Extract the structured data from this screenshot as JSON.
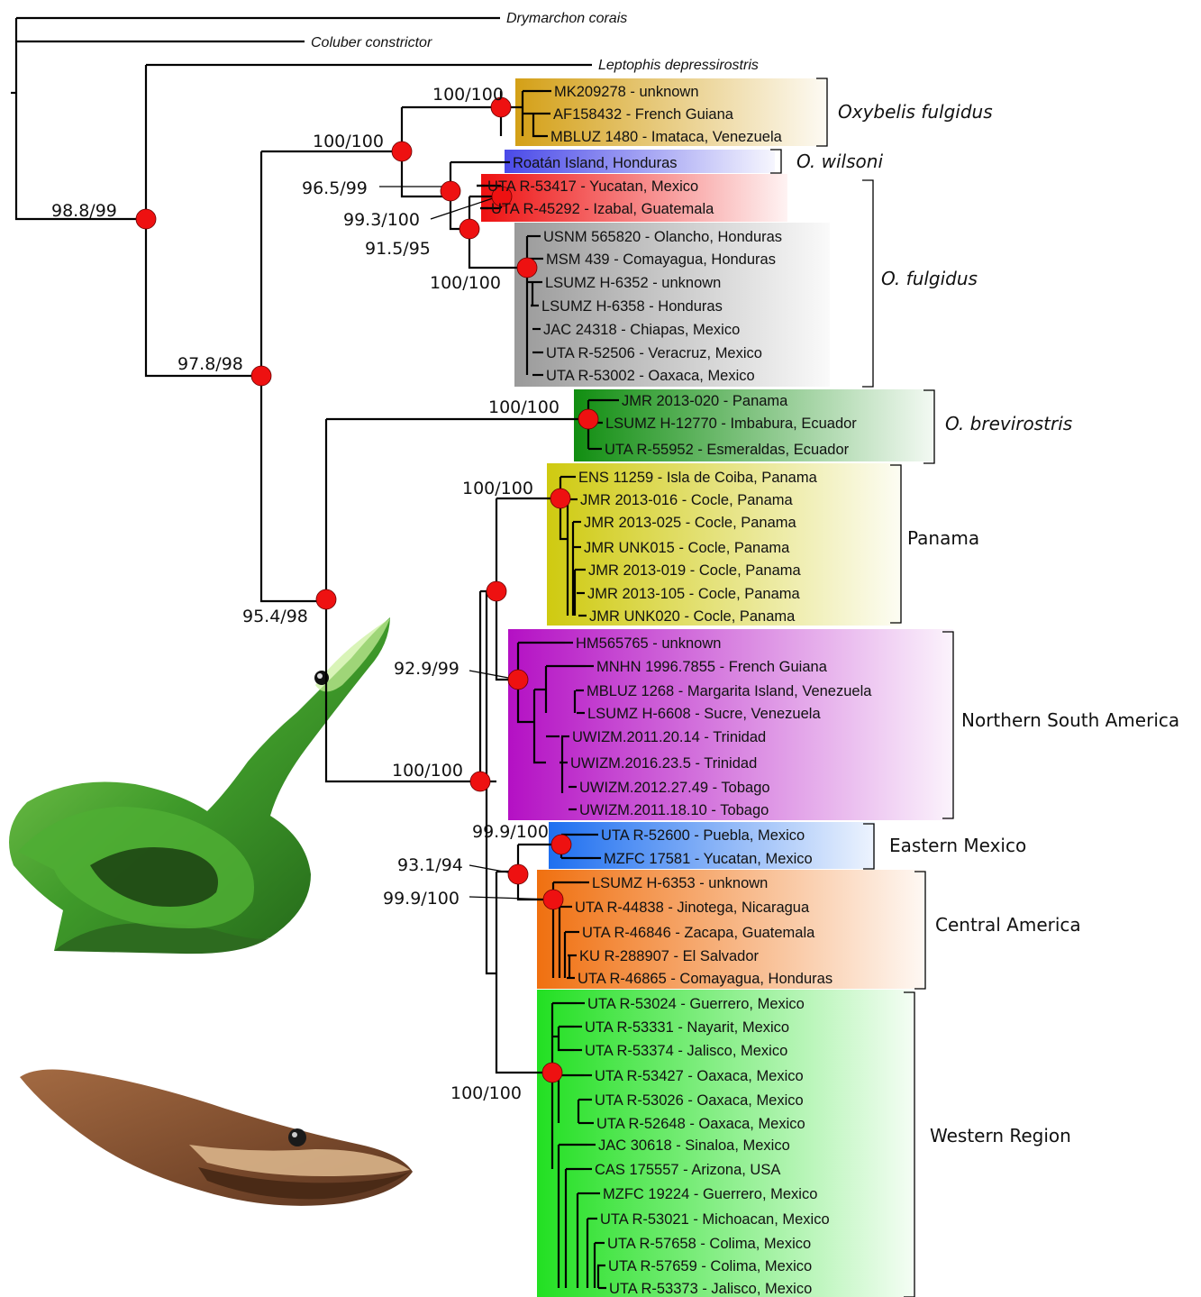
{
  "outgroups": [
    {
      "id": "dry",
      "label": "Drymarchon corais"
    },
    {
      "id": "col",
      "label": "Coluber constrictor"
    },
    {
      "id": "lep",
      "label": "Leptophis depressirostris"
    }
  ],
  "groups": [
    {
      "id": "oxy",
      "label": "Oxybelis fulgidus",
      "italic": true,
      "color": "#d4a017",
      "tips": [
        "MK209278 - unknown",
        "AF158432 - French Guiana",
        "MBLUZ 1480 - Imataca, Venezuela"
      ]
    },
    {
      "id": "wil",
      "label": "O. wilsoni",
      "italic": true,
      "color": "#4a4ae8",
      "tips": [
        "Roatán Island, Honduras"
      ]
    },
    {
      "id": "ful",
      "label": "O. fulgidus",
      "italic": true,
      "color": "#ee2222",
      "tips": [
        "UTA R-53417 - Yucatan, Mexico",
        "UTA R-45292 - Izabal, Guatemala"
      ]
    },
    {
      "id": "ful2",
      "label": "",
      "italic": true,
      "color": "#9a9a9a",
      "tips": [
        "USNM 565820 - Olancho, Honduras",
        "MSM 439 - Comayagua, Honduras",
        "LSUMZ H-6352 - unknown",
        "LSUMZ H-6358 - Honduras",
        "JAC 24318 - Chiapas, Mexico",
        "UTA R-52506 - Veracruz, Mexico",
        "UTA R-53002 - Oaxaca, Mexico"
      ]
    },
    {
      "id": "bre",
      "label": "O. brevirostris",
      "italic": true,
      "color": "#139a13",
      "tips": [
        "JMR 2013-020 - Panama",
        "LSUMZ H-12770 - Imbabura, Ecuador",
        "UTA R-55952 - Esmeraldas, Ecuador"
      ]
    },
    {
      "id": "pan",
      "label": "Panama",
      "italic": false,
      "color": "#cfca10",
      "tips": [
        "ENS 11259 - Isla de Coiba, Panama",
        "JMR 2013-016 - Cocle, Panama",
        "JMR 2013-025 - Cocle, Panama",
        "JMR UNK015 - Cocle, Panama",
        "JMR 2013-019 - Cocle, Panama",
        "JMR 2013-105 - Cocle, Panama",
        "JMR UNK020 - Cocle, Panama"
      ]
    },
    {
      "id": "nsa",
      "label": "Northern South America",
      "italic": false,
      "color": "#b410c4",
      "tips": [
        "HM565765 - unknown",
        "MNHN 1996.7855 - French Guiana",
        "MBLUZ 1268 - Margarita Island, Venezuela",
        "LSUMZ H-6608 - Sucre, Venezuela",
        "UWIZM.2011.20.14 - Trinidad",
        "UWIZM.2016.23.5 - Trinidad",
        "UWIZM.2012.27.49 - Tobago",
        "UWIZM.2011.18.10 - Tobago"
      ]
    },
    {
      "id": "emx",
      "label": "Eastern Mexico",
      "italic": false,
      "color": "#1e6ff0",
      "tips": [
        "UTA R-52600 - Puebla, Mexico",
        "MZFC 17581 - Yucatan, Mexico"
      ]
    },
    {
      "id": "cam",
      "label": "Central America",
      "italic": false,
      "color": "#f07010",
      "tips": [
        "LSUMZ H-6353 - unknown",
        "UTA R-44838 - Jinotega, Nicaragua",
        "UTA R-46846 - Zacapa, Guatemala",
        "KU R-288907 - El Salvador",
        "UTA R-46865 - Comayagua, Honduras"
      ]
    },
    {
      "id": "wes",
      "label": "Western Region",
      "italic": false,
      "color": "#22e022",
      "tips": [
        "UTA R-53024 - Guerrero, Mexico",
        "UTA R-53331 - Nayarit, Mexico",
        "UTA R-53374 - Jalisco, Mexico",
        "UTA R-53427 - Oaxaca, Mexico",
        "UTA R-53026 - Oaxaca, Mexico",
        "UTA R-52648 - Oaxaca, Mexico",
        "JAC 30618 - Sinaloa, Mexico",
        "CAS 175557 - Arizona, USA",
        "MZFC 19224 - Guerrero, Mexico",
        "UTA R-53021 - Michoacan, Mexico",
        "UTA R-57658 - Colima, Mexico",
        "UTA R-57659 - Colima, Mexico",
        "UTA R-53373 - Jalisco, Mexico"
      ]
    }
  ],
  "supports": [
    {
      "id": "s_root",
      "label": "98.8/99"
    },
    {
      "id": "s_978",
      "label": "97.8/98"
    },
    {
      "id": "s_oxyw",
      "label": "100/100"
    },
    {
      "id": "s_oxy",
      "label": "100/100"
    },
    {
      "id": "s_965",
      "label": "96.5/99"
    },
    {
      "id": "s_993",
      "label": "99.3/100"
    },
    {
      "id": "s_915",
      "label": "91.5/95"
    },
    {
      "id": "s_ful2",
      "label": "100/100"
    },
    {
      "id": "s_954",
      "label": "95.4/98"
    },
    {
      "id": "s_bre",
      "label": "100/100"
    },
    {
      "id": "s_pan",
      "label": "100/100"
    },
    {
      "id": "s_929",
      "label": "92.9/99"
    },
    {
      "id": "s_mid",
      "label": "100/100"
    },
    {
      "id": "s_emx",
      "label": "99.9/100"
    },
    {
      "id": "s_931",
      "label": "93.1/94"
    },
    {
      "id": "s_cam",
      "label": "99.9/100"
    },
    {
      "id": "s_wes",
      "label": "100/100"
    }
  ],
  "colors": {
    "node": "#ee1111",
    "branch": "#000000"
  },
  "photos": [
    "green-vine-snake-photo",
    "brown-vine-snake-head-photo"
  ]
}
